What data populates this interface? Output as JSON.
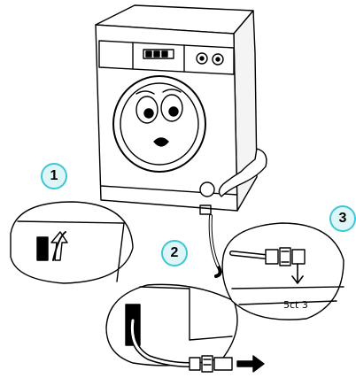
{
  "steps": [
    {
      "number": "1"
    },
    {
      "number": "2"
    },
    {
      "number": "3"
    }
  ],
  "inset3": {
    "handwritten": "5ct 3"
  },
  "colors": {
    "badge_fill": "#dff6f9",
    "badge_ring": "#3fc6d4",
    "ink": "#000000"
  }
}
